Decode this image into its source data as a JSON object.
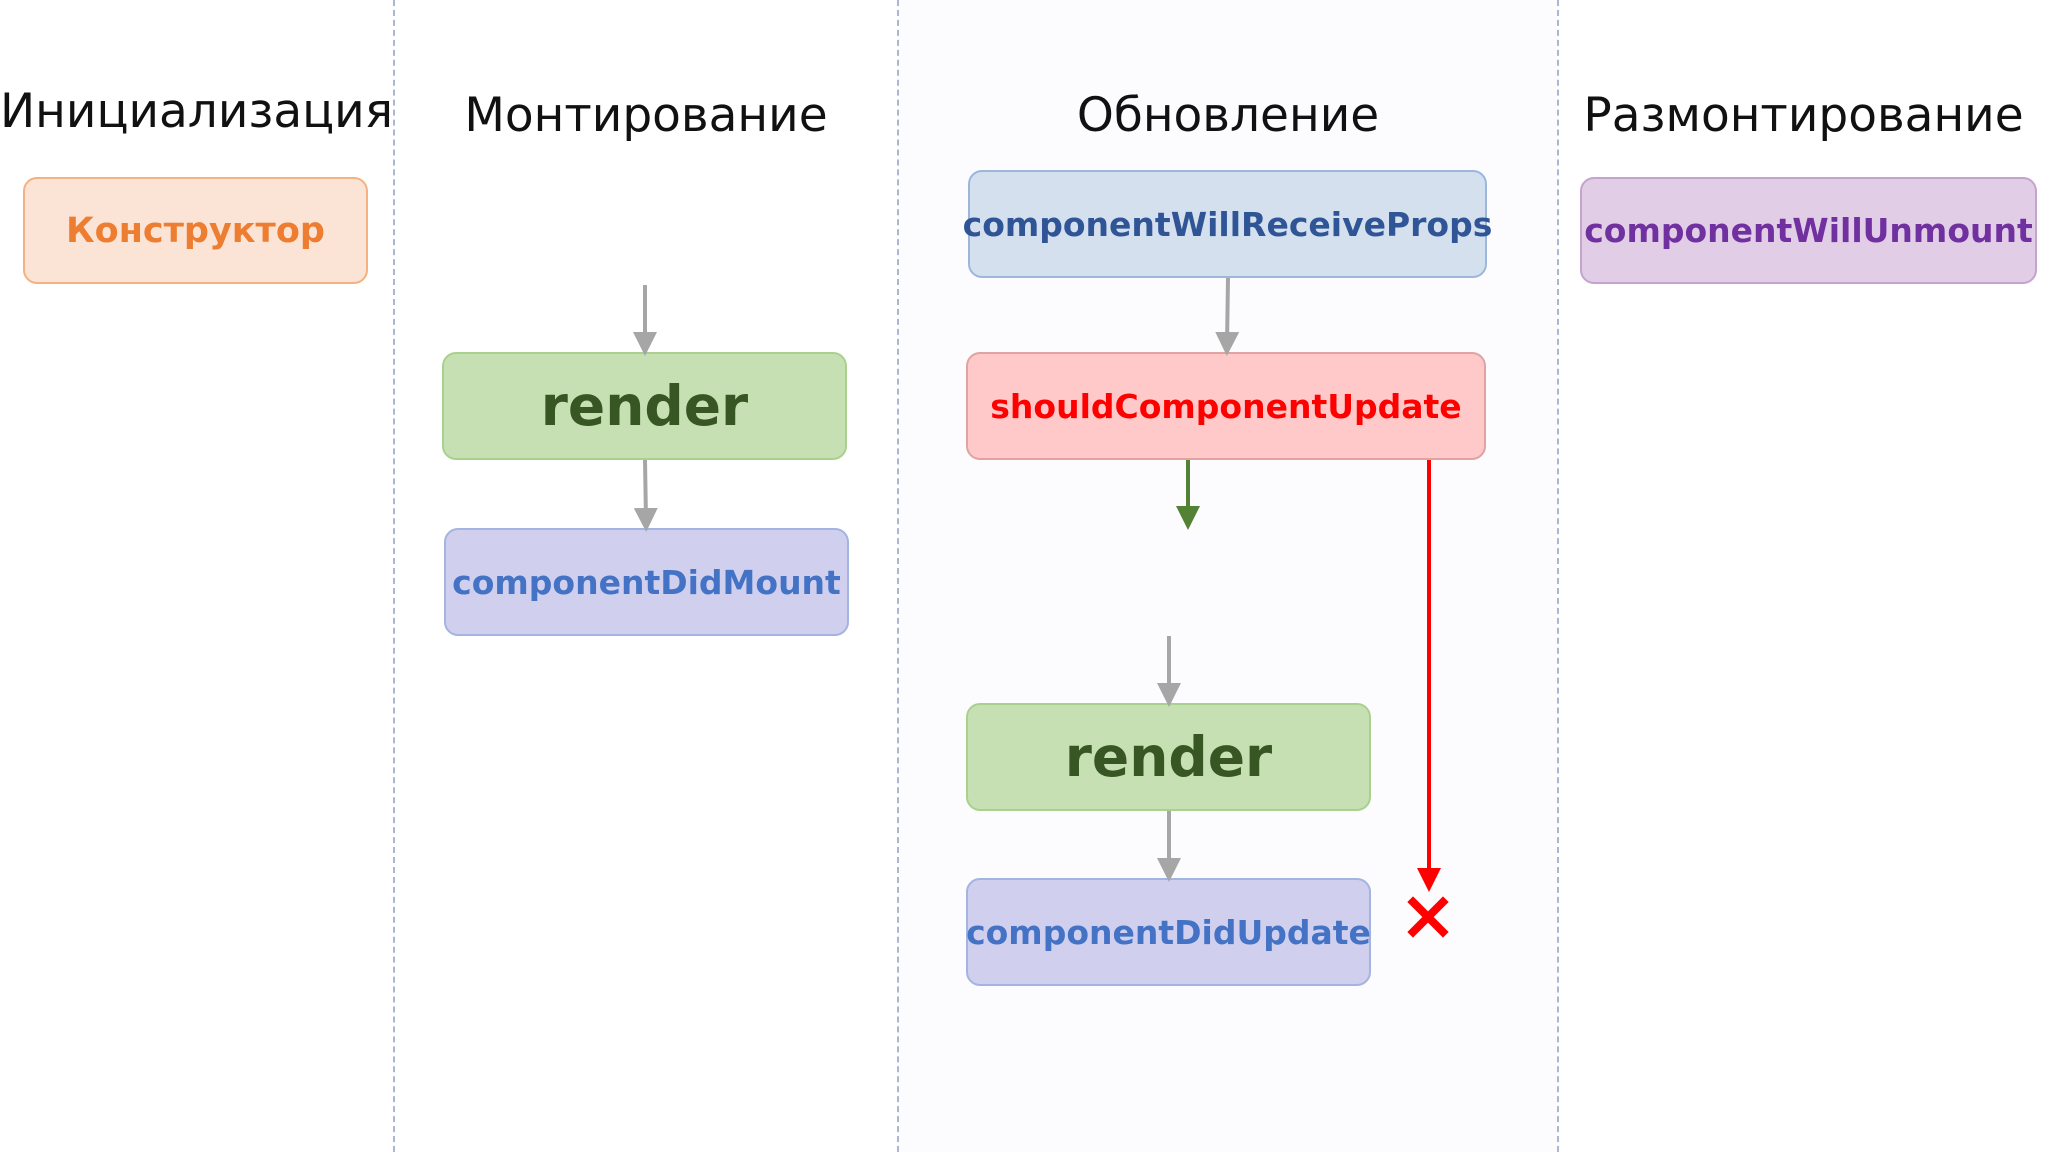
{
  "columns": {
    "init": {
      "title": "Инициализация",
      "box": "Конструктор"
    },
    "mount": {
      "title": "Монтирование",
      "render": "render",
      "did_mount": "componentDidMount"
    },
    "update": {
      "title": "Обновление",
      "will_receive_props": "componentWillReceiveProps",
      "should_update": "shouldComponentUpdate",
      "render": "render",
      "did_update": "componentDidUpdate"
    },
    "unmount": {
      "title": "Размонтирование",
      "will_unmount": "componentWillUnmount"
    }
  },
  "colors": {
    "orange_box": "#fbe3d5",
    "orange_text": "#ed7d31",
    "green_box": "#c6e0b4",
    "green_text": "#375623",
    "lavender_box": "#d0d0ee",
    "blue_text": "#4472c4",
    "light_blue_box": "#d5e0ee",
    "dark_blue_text": "#2f5597",
    "pink_box": "#ffc9c9",
    "red_text": "#ff0000",
    "purple_box": "#e2cde6",
    "purple_text": "#7030a0",
    "gray_arrow": "#a6a6a6",
    "green_arrow": "#548235",
    "red_arrow": "#ff0000"
  }
}
